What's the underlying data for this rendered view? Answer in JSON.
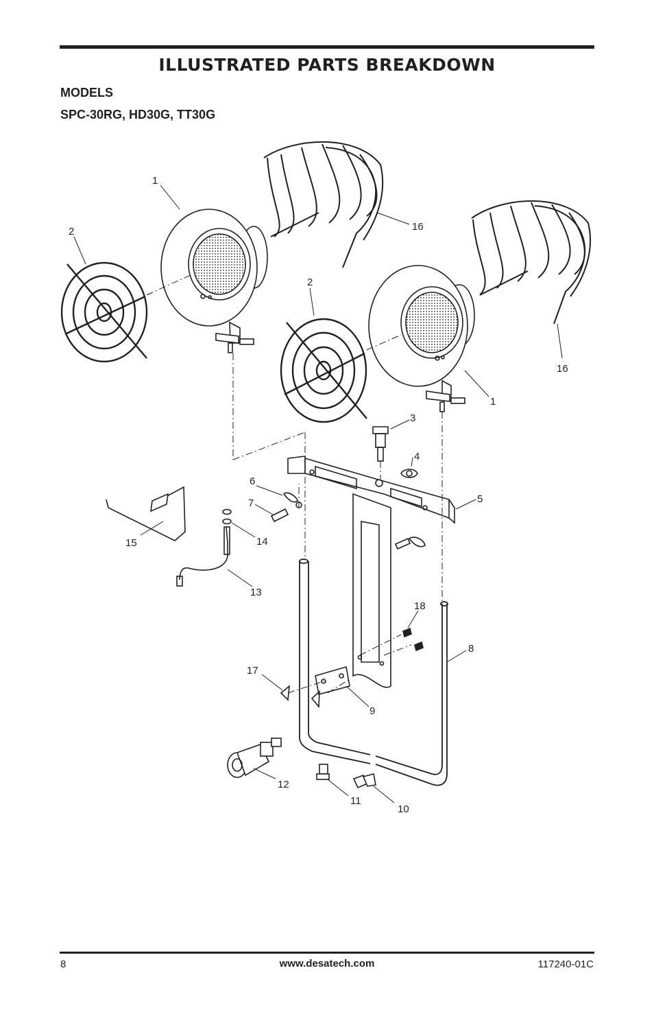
{
  "header": {
    "title": "ILLUSTRATED PARTS BREAKDOWN",
    "models_label": "MODELS",
    "models_list": "SPC-30RG, HD30G, TT30G"
  },
  "diagram": {
    "callouts": [
      "1",
      "2",
      "16",
      "2",
      "1",
      "16",
      "3",
      "4",
      "5",
      "6",
      "7",
      "15",
      "14",
      "13",
      "18",
      "8",
      "17",
      "9",
      "12",
      "11",
      "10"
    ]
  },
  "footer": {
    "page_number": "8",
    "website": "www.desatech.com",
    "doc_number": "117240-01C"
  }
}
